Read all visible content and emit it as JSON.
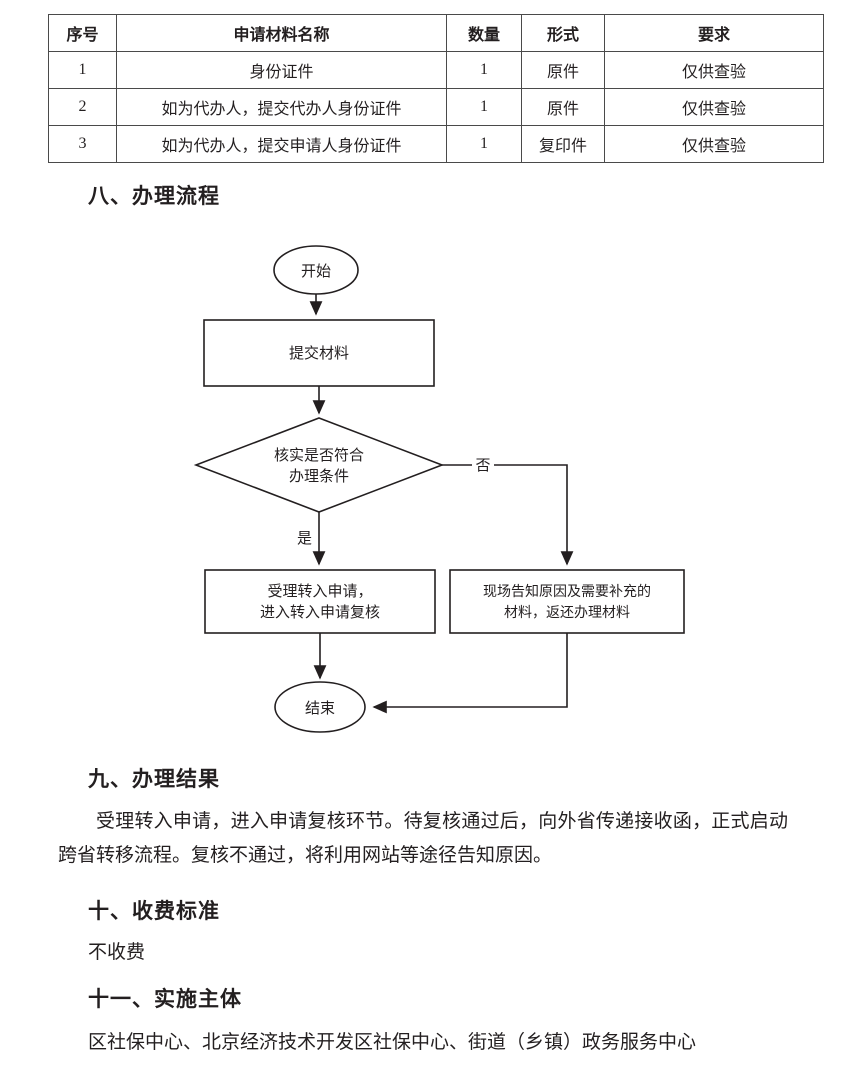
{
  "table": {
    "headers": [
      "序号",
      "申请材料名称",
      "数量",
      "形式",
      "要求"
    ],
    "rows": [
      {
        "no": "1",
        "name": "身份证件",
        "qty": "1",
        "form": "原件",
        "req": "仅供查验"
      },
      {
        "no": "2",
        "name": "如为代办人，提交代办人身份证件",
        "qty": "1",
        "form": "原件",
        "req": "仅供查验"
      },
      {
        "no": "3",
        "name": "如为代办人，提交申请人身份证件",
        "qty": "1",
        "form": "复印件",
        "req": "仅供查验"
      }
    ]
  },
  "sections": {
    "flow_heading": "八、办理流程",
    "result_heading": "九、办理结果",
    "result_body": "受理转入申请，进入申请复核环节。待复核通过后，向外省传递接收函，正式启动跨省转移流程。复核不通过，将利用网站等途径告知原因。",
    "fee_heading": "十、收费标准",
    "fee_body": "不收费",
    "entity_heading": "十一、实施主体",
    "entity_body": "区社保中心、北京经济技术开发区社保中心、街道（乡镇）政务服务中心"
  },
  "flowchart": {
    "nodes": {
      "start": "开始",
      "submit": "提交材料",
      "decision_line1": "核实是否符合",
      "decision_line2": "办理条件",
      "accept_line1": "受理转入申请，",
      "accept_line2": "进入转入申请复核",
      "reject_line1": "现场告知原因及需要补充的",
      "reject_line2": "材料，返还办理材料",
      "end": "结束"
    },
    "edges": {
      "yes": "是",
      "no": "否"
    }
  },
  "colors": {
    "ink": "#231f20",
    "rule": "#4a4a4a",
    "page": "#ffffff"
  }
}
